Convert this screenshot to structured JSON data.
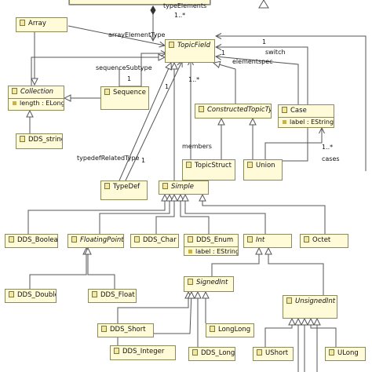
{
  "classes": {
    "array": {
      "name": "Array"
    },
    "topic_field": {
      "name": "TopicField"
    },
    "collection": {
      "name": "Collection",
      "attr": "length : ELong"
    },
    "sequence": {
      "name": "Sequence"
    },
    "dds_string": {
      "name": "DDS_string"
    },
    "constructed_topic_type": {
      "name": "ConstructedTopicType"
    },
    "case": {
      "name": "Case",
      "attr": "label : EString"
    },
    "topic_struct": {
      "name": "TopicStruct"
    },
    "union": {
      "name": "Union"
    },
    "typedef": {
      "name": "TypeDef"
    },
    "simple": {
      "name": "Simple"
    },
    "dds_boolean": {
      "name": "DDS_Boolean"
    },
    "floating_point": {
      "name": "FloatingPoint"
    },
    "dds_char": {
      "name": "DDS_Char"
    },
    "dds_enum": {
      "name": "DDS_Enum",
      "attr": "label : EString"
    },
    "int": {
      "name": "Int"
    },
    "octet": {
      "name": "Octet"
    },
    "dds_double": {
      "name": "DDS_Double"
    },
    "dds_float": {
      "name": "DDS_Float"
    },
    "signed_int": {
      "name": "SignedInt"
    },
    "unsigned_int": {
      "name": "UnsignedInt"
    },
    "dds_short": {
      "name": "DDS_Short"
    },
    "long_long": {
      "name": "LongLong"
    },
    "dds_integer": {
      "name": "DDS_Integer"
    },
    "dds_long": {
      "name": "DDS_Long"
    },
    "ushort": {
      "name": "UShort"
    },
    "ulong": {
      "name": "ULong"
    }
  },
  "labels": {
    "type_elements": "typeElements",
    "type_elements_mult": "1..*",
    "array_element_type": "arrayElementType",
    "switch": "switch",
    "one_switch": "1",
    "elementspec": "elementspec",
    "one_elementspec": "1",
    "sequence_subtype": "sequenceSubtype",
    "one_seq": "1",
    "one_array": "1",
    "members_mult": "1..*",
    "members": "members",
    "typedef_related_type": "typedefRelatedType",
    "one_typedef": "1",
    "cases_mult": "1..*",
    "cases": "cases"
  }
}
